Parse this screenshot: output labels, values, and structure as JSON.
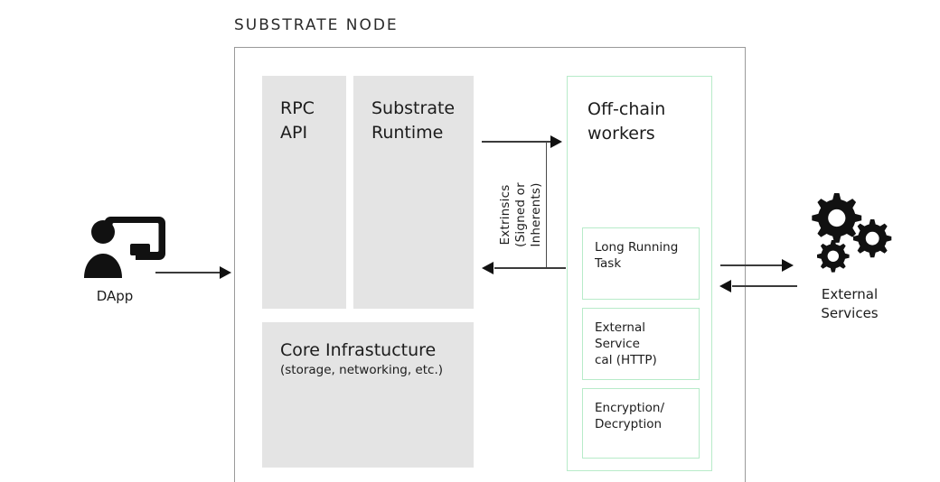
{
  "diagram": {
    "title": "SUBSTRATE NODE",
    "node": {
      "blocks": [
        {
          "id": "rpc-api",
          "label": "RPC\nAPI"
        },
        {
          "id": "substrate-runtime",
          "label": "Substrate\nRuntime"
        }
      ],
      "core_infrastructure": {
        "title": "Core Infrastucture",
        "subtitle": "(storage, networking, etc.)"
      },
      "offchain": {
        "title": "Off-chain\nworkers",
        "items": [
          {
            "id": "long-running-task",
            "label": "Long Running\nTask"
          },
          {
            "id": "external-service-call",
            "label": "External\nService\ncal (HTTP)"
          },
          {
            "id": "encryption-decryption",
            "label": "Encryption/\nDecryption"
          }
        ]
      }
    },
    "endpoints": {
      "dapp": {
        "label": "DApp",
        "icon": "user-monitor-icon"
      },
      "external_services": {
        "label": "External\nServices",
        "icon": "gears-icon"
      }
    },
    "edges": {
      "extrinsics_label": "Extrinsics\n(Signed or\nInherents)"
    },
    "colors": {
      "block_fill": "#e4e4e4",
      "offchain_border": "#b7ebc9",
      "node_border": "#9a9a9a",
      "arrow": "#111111",
      "text": "#1c1c1c"
    }
  }
}
